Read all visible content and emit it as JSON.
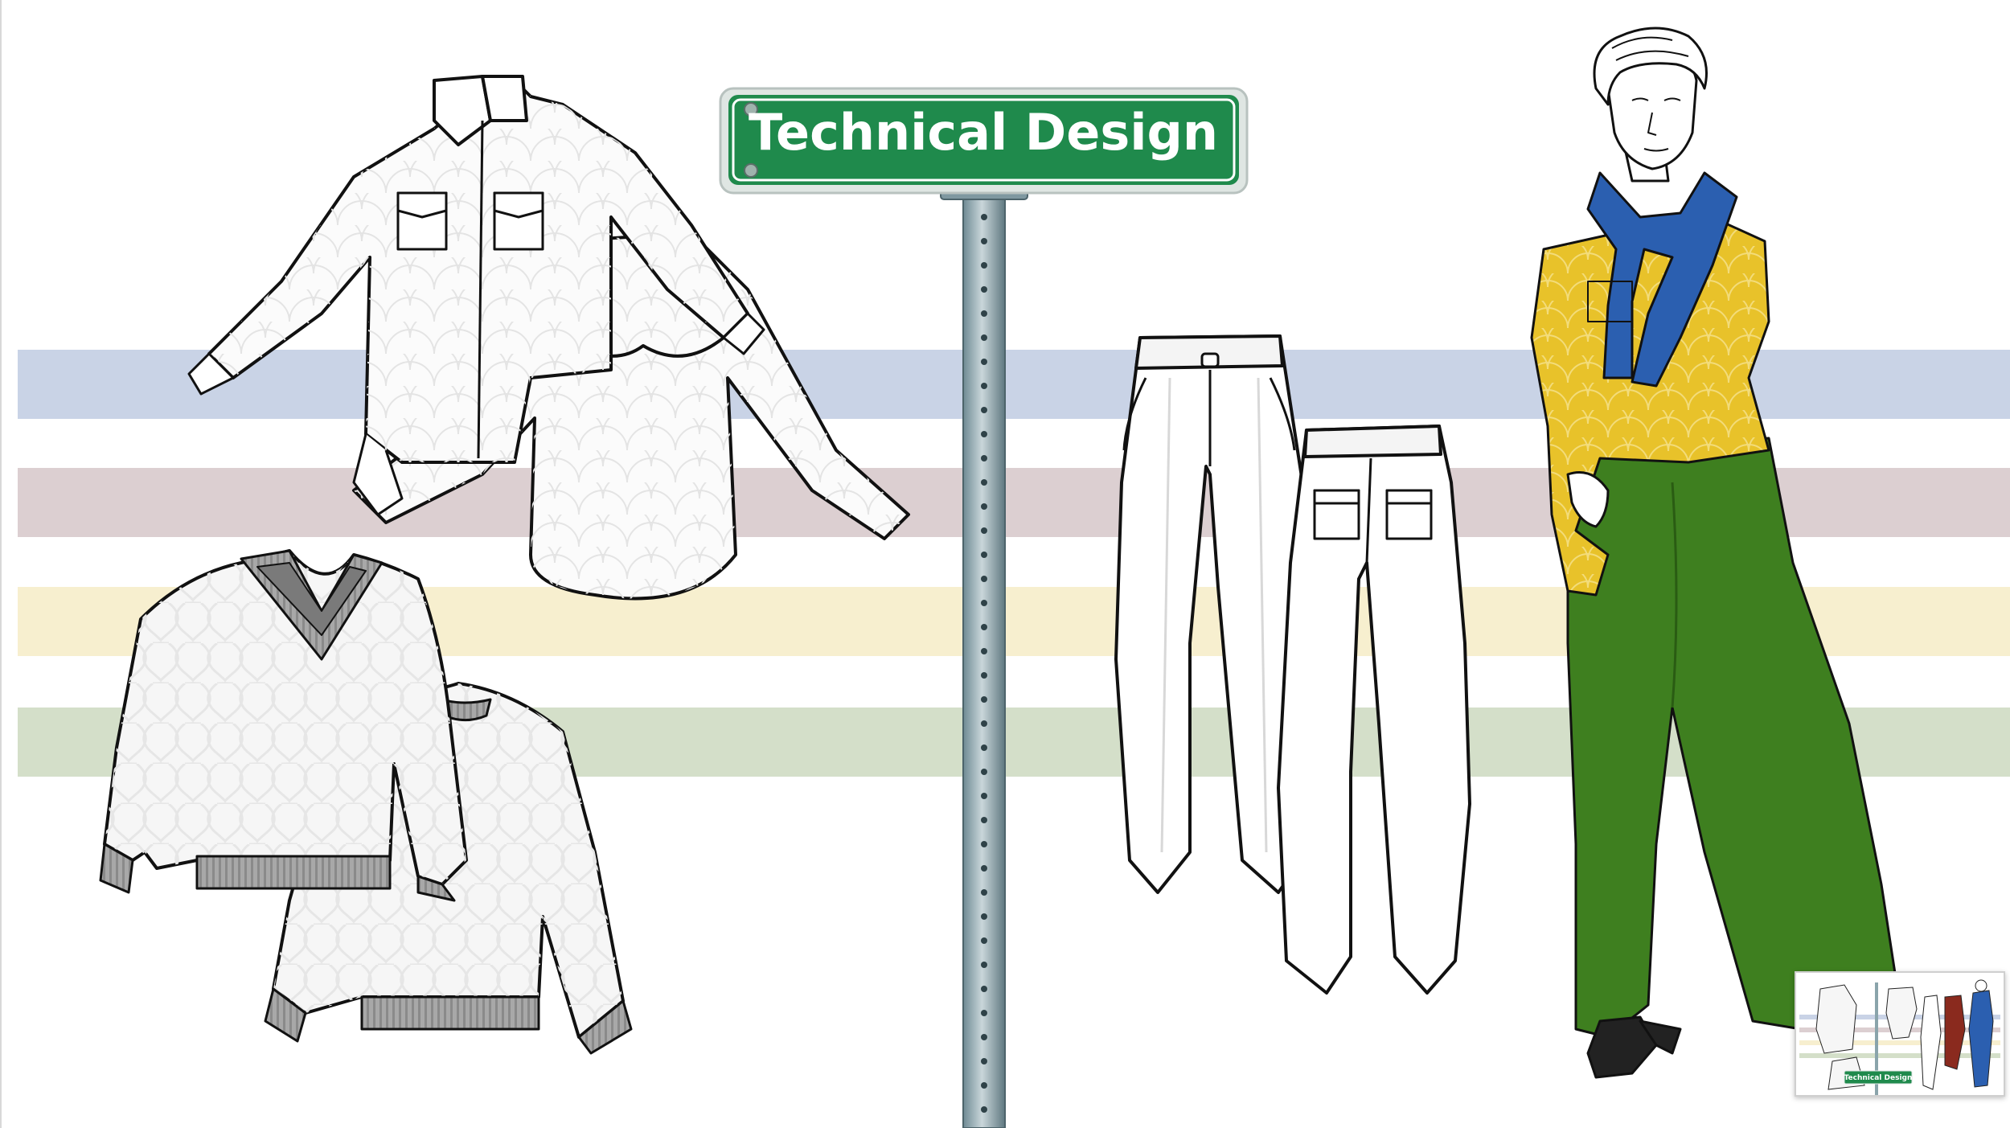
{
  "sign": {
    "title": "Technical Design",
    "plate_color": "#1f8a4c",
    "text_color": "#ffffff"
  },
  "thumbnail": {
    "sign_label": "Technical Design"
  },
  "stripes": [
    {
      "name": "blue",
      "color": "#c9d3e6"
    },
    {
      "name": "mauve",
      "color": "#dccfd1"
    },
    {
      "name": "yellow",
      "color": "#f7efcf"
    },
    {
      "name": "green",
      "color": "#d4dfc9"
    }
  ],
  "figure_colors": {
    "jacket": "#e8c22a",
    "scarf": "#2b5fb0",
    "trousers": "#3e7f1f",
    "shoes": "#222222"
  }
}
